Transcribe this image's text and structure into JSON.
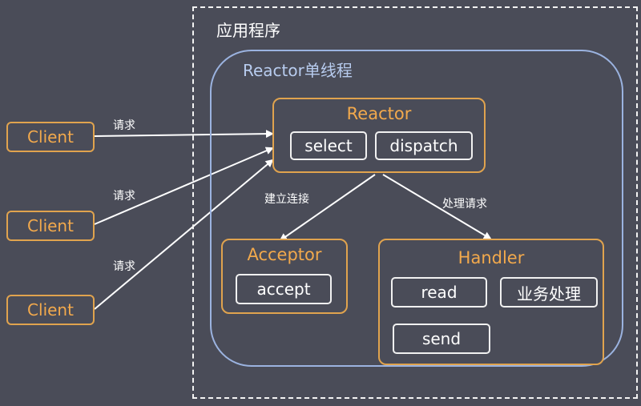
{
  "app_title": "应用程序",
  "thread_title": "Reactor单线程",
  "reactor": {
    "title": "Reactor",
    "select": "select",
    "dispatch": "dispatch"
  },
  "acceptor": {
    "title": "Acceptor",
    "accept": "accept"
  },
  "handler": {
    "title": "Handler",
    "read": "read",
    "business": "业务处理",
    "send": "send"
  },
  "clients": [
    {
      "label": "Client",
      "request": "请求"
    },
    {
      "label": "Client",
      "request": "请求"
    },
    {
      "label": "Client",
      "request": "请求"
    }
  ],
  "edges": {
    "connect": "建立连接",
    "process": "处理请求"
  },
  "colors": {
    "background": "#4a4c58",
    "orange": "#e0a34e",
    "blue": "#9bb3e0",
    "white": "#ffffff"
  }
}
